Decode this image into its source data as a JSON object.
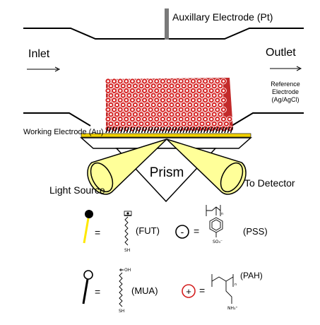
{
  "labels": {
    "aux_electrode": "Auxillary Electrode (Pt)",
    "inlet": "Inlet",
    "outlet": "Outlet",
    "ref_line1": "Reference",
    "ref_line2": "Electrode",
    "ref_line3": "(Ag/AgCl)",
    "working_electrode": "Working Electrode (Au)",
    "prism": "Prism",
    "light_source": "Light Source",
    "to_detector": "To Detector"
  },
  "legend": {
    "equals": "=",
    "fut": "(FUT)",
    "mua": "(MUA)",
    "pss": "(PSS)",
    "pah": "(PAH)",
    "minus": "-",
    "plus": "+",
    "sh": "SH",
    "oh": "OH",
    "so3": "SO₃⁻",
    "nh3": "NH₃⁺",
    "n": "n"
  },
  "colors": {
    "gold_bar": "#f2d200",
    "cone_fill": "#ffff99",
    "cone_stroke": "#000000",
    "sphere_red": "#d42020",
    "plus_ring": "#d42020",
    "fut_stem": "#ffe800",
    "aux_electrode": "#7a7a7a"
  }
}
